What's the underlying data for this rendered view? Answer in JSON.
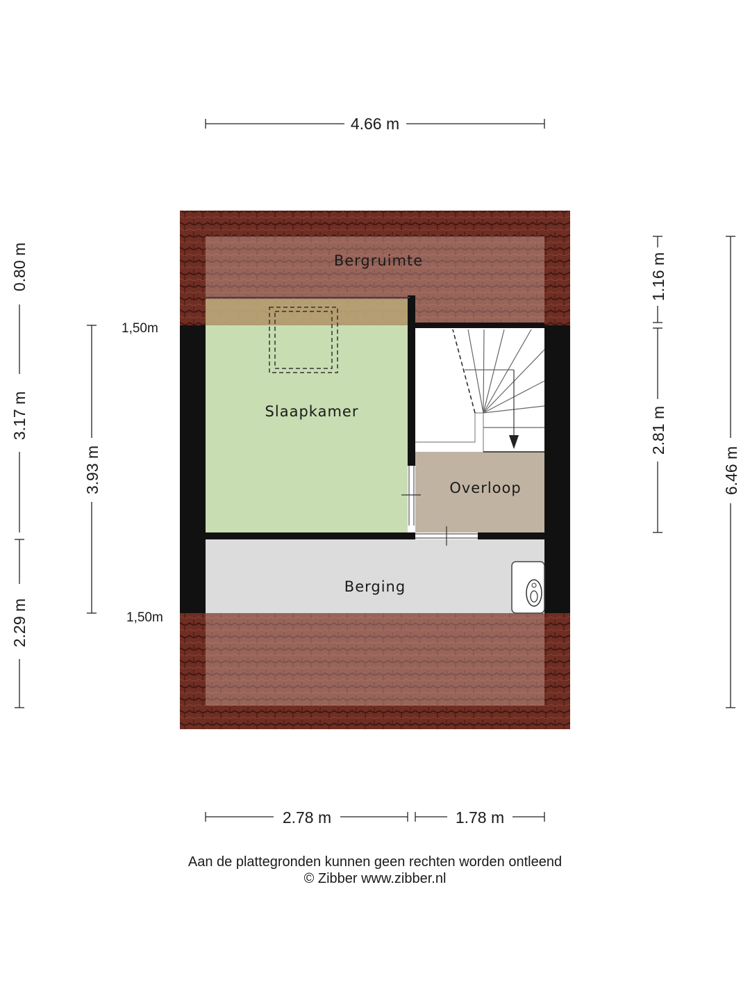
{
  "dimensions": {
    "top_total": "4.66 m",
    "bottom_left": "2.78 m",
    "bottom_right": "1.78 m",
    "left_top": "0.80 m",
    "left_mid": "3.17 m",
    "left_bottom": "2.29 m",
    "left_inner": "3.93 m",
    "right_top": "1.16 m",
    "right_mid": "2.81 m",
    "right_total": "6.46 m",
    "height_mark_top": "1,50m",
    "height_mark_bottom": "1,50m"
  },
  "rooms": {
    "bergruimte": "Bergruimte",
    "slaapkamer": "Slaapkamer",
    "overloop": "Overloop",
    "berging": "Berging"
  },
  "footer": {
    "disclaimer": "Aan de plattegronden kunnen geen rechten worden ontleend",
    "copyright": "© Zibber www.zibber.nl"
  },
  "colors": {
    "roof": "#6e2e23",
    "slaapkamer": "#c8ddb1",
    "overloop": "#c1b3a2",
    "berging": "#dcdcdc",
    "wall": "#111111"
  }
}
